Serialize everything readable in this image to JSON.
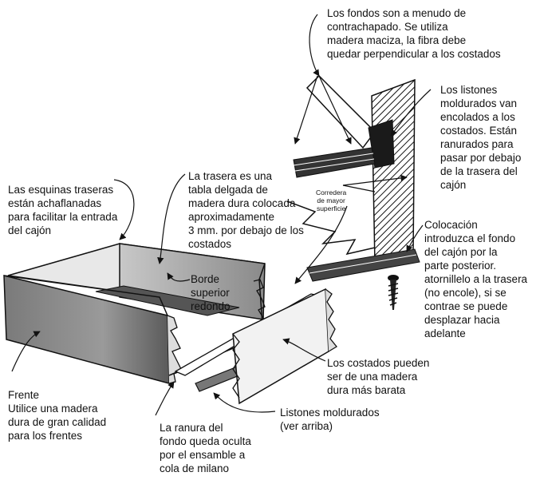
{
  "labels": {
    "fondos": "Los fondos son a menudo de\ncontrachapado.  Se utiliza\nmadera maciza, la fibra debe\nquedar perpendicular a los costados",
    "listones": "Los listones\nmoldurados van\nencolados a los\ncostados.  Están\nranurados para\npasar por debajo\nde la trasera del\ncajón",
    "esquinas": "Las esquinas traseras\nestán achaflanadas\npara facilitar la entrada\ndel cajón",
    "trasera": "La trasera es una\ntabla delgada de\nmadera dura colocada\naproximadamente\n3 mm. por debajo de los\ncostados",
    "corredera": "Corredera\nde mayor\nsuperficie",
    "colocacion": "Colocación\nintroduzca el fondo\ndel cajón por la\nparte posterior.\natornillelo a la trasera\n(no encole), si se\ncontrae se puede\ndesplazar hacia\nadelante",
    "borde": "Borde\nsuperior\nredondo",
    "costados": "Los costados pueden\nser de una madera\ndura más barata",
    "frente": "Frente\nUtilice una madera\ndura de gran calidad\npara los frentes",
    "listones2": "Listones moldurados\n(ver arriba)",
    "ranura": "La ranura del\nfondo queda oculta\npor el ensamble a\ncola de milano"
  },
  "colors": {
    "ink": "#111111",
    "paper": "#ffffff",
    "shade": "#888888",
    "dark": "#222222"
  }
}
